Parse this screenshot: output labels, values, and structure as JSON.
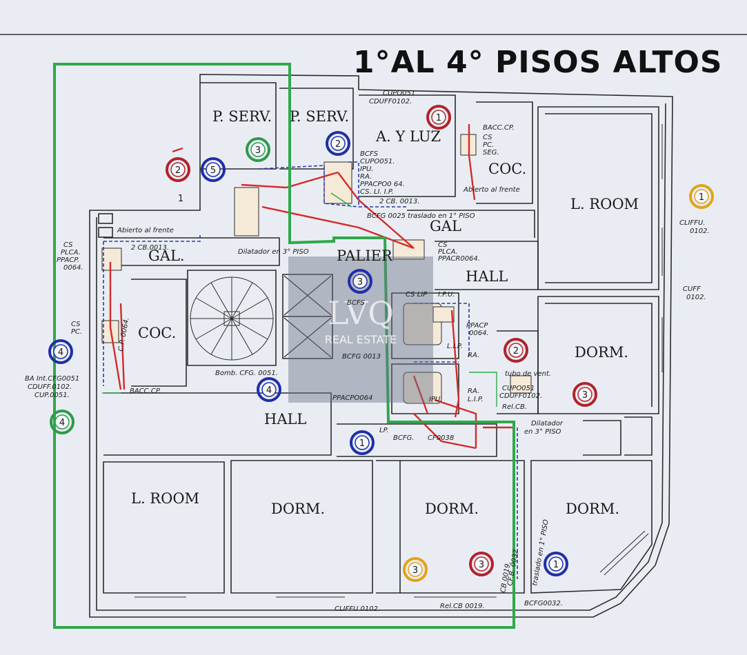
{
  "title": "1°AL 4° PISOS ALTOS",
  "rooms": {
    "p_serv_1": "P. SERV.",
    "p_serv_2": "P. SERV.",
    "a_y_luz": "A. Y LUZ",
    "coc_top": "COC.",
    "l_room_right": "L. ROOM",
    "gal_top": "GAL",
    "gal_left": "GAL.",
    "palier": "PALIER",
    "hall_right": "HALL",
    "coc_left": "COC.",
    "dorm_right": "DORM.",
    "hall_center": "HALL",
    "l_room_left": "L. ROOM",
    "dorm_1": "DORM.",
    "dorm_2": "DORM.",
    "dorm_3": "DORM."
  },
  "notes": {
    "cupo051_top": "CUPO051",
    "cduff_top": "CDUFF0102.",
    "bacc_cp_top": "BACC.CP.",
    "cs_pc_seg": "CS",
    "pc": "PC.",
    "seg": "SEG.",
    "abierto_frente_top": "Abierto al frente",
    "abierto_frente_left": "Abierto al frente",
    "bcfs_block_1": "BCFS",
    "bcfs_block_2": "CUPO051.",
    "bcfs_block_3": "IPU.",
    "bcfs_block_4": "RA.",
    "bcfs_block_5": "PPACPO0 64.",
    "bcfs_block_6": "CS. LI. I.P.",
    "cb0013_top": "2 CB. 0013.",
    "traslado": "BCFG 0025 traslado en 1° PISO",
    "cs_plca_1": "CS",
    "cs_plca_2": "PLCA.",
    "cs_plca_3": "PPACR0064.",
    "cs_plca_left_1": "CS",
    "cs_plca_left_2": "PLCA.",
    "cs_plca_left_3": "PPACP.",
    "cs_plca_left_4": "0064.",
    "cb0013_left": "2 CB.0013.",
    "dilatador_top": "Dilatador en 3° PISO",
    "cliffu_right_1": "CLIFFU.",
    "cliffu_right_2": "0102.",
    "cuff_right_1": "CUFF",
    "cuff_right_2": "0102.",
    "cs_pc_left_1": "CS",
    "cs_pc_left_2": "PC.",
    "cp0064": "C.P. 0064.",
    "bacc_cp_left": "BACC.CP.",
    "baint_1": "BA Int.CFG0051",
    "baint_2": "CDUFF.0102.",
    "baint_3": "CUP.0051.",
    "bomb": "Bomb. CFG. 0051.",
    "ppacp_center_1": "PPACP",
    "ppacp_center_2": "0064.",
    "ppacpo064_mid": "PPACPO064",
    "tubo_vent": "tubo de vent.",
    "cupo051_right": "CUPO051",
    "cduff_right": "CDUFF0102.",
    "relcb_right": "Rel.CB.",
    "dilatador_right_1": "Dilatador",
    "dilatador_right_2": "en 3° PISO",
    "bcfg_mid": "BCFG.",
    "cf0038": "CF0038",
    "lp_mid": "LP.",
    "traslado_vertical": "traslado en 1° PISO",
    "cfb_vertical": "CF.B. 0032",
    "cb0019_vertical": "CB 0019.",
    "cliffu_bottom": "CLIFFU 0102.",
    "relcb_bottom": "Rel.CB 0019.",
    "bcfg_bottom": "BCFG0032.",
    "ra_mid": "RA.",
    "lip_mid": "L.I.P.",
    "ipu_mid": "I.P.U.",
    "cs_lip": "CS LIP",
    "ra_lip_1": "RA.",
    "ra_lip_2": "L.I.P.",
    "ipu_small": "IPU.",
    "bcfs_center": "BCFS",
    "bcfs_center2": "BCFG 0013"
  },
  "badges": [
    {
      "num": "1",
      "color": "#b2222a",
      "shape": "ring"
    },
    {
      "num": "2",
      "color": "#b2222a",
      "shape": "ring"
    },
    {
      "num": "5",
      "color": "#1f2ea8",
      "shape": "ring"
    },
    {
      "num": "1",
      "color": "#b2222a",
      "shape": "plain"
    },
    {
      "num": "3",
      "color": "#2e9a4a",
      "shape": "ring"
    },
    {
      "num": "2",
      "color": "#1f2ea8",
      "shape": "ring"
    },
    {
      "num": "1",
      "color": "#e2a21a",
      "shape": "ring"
    },
    {
      "num": "3",
      "color": "#1f2ea8",
      "shape": "ring"
    },
    {
      "num": "4",
      "color": "#1f2ea8",
      "shape": "ring"
    },
    {
      "num": "4",
      "color": "#2e9a4a",
      "shape": "ring"
    },
    {
      "num": "4",
      "color": "#1f2ea8",
      "shape": "ring"
    },
    {
      "num": "2",
      "color": "#b2222a",
      "shape": "ring"
    },
    {
      "num": "3",
      "color": "#b2222a",
      "shape": "ring"
    },
    {
      "num": "1",
      "color": "#1f2ea8",
      "shape": "ring"
    },
    {
      "num": "3",
      "color": "#e2a21a",
      "shape": "ring"
    },
    {
      "num": "3",
      "color": "#b2222a",
      "shape": "ring"
    },
    {
      "num": "1",
      "color": "#1f2ea8",
      "shape": "ring"
    }
  ],
  "watermark": {
    "logo": "LVQ",
    "text": "REAL ESTATE"
  },
  "colors": {
    "outline_green": "#2fa84a",
    "pipe_red": "#d42a2a",
    "pipe_blue": "#2a3aa8",
    "wall": "#2a2a2a",
    "paper": "#e9edf3"
  }
}
